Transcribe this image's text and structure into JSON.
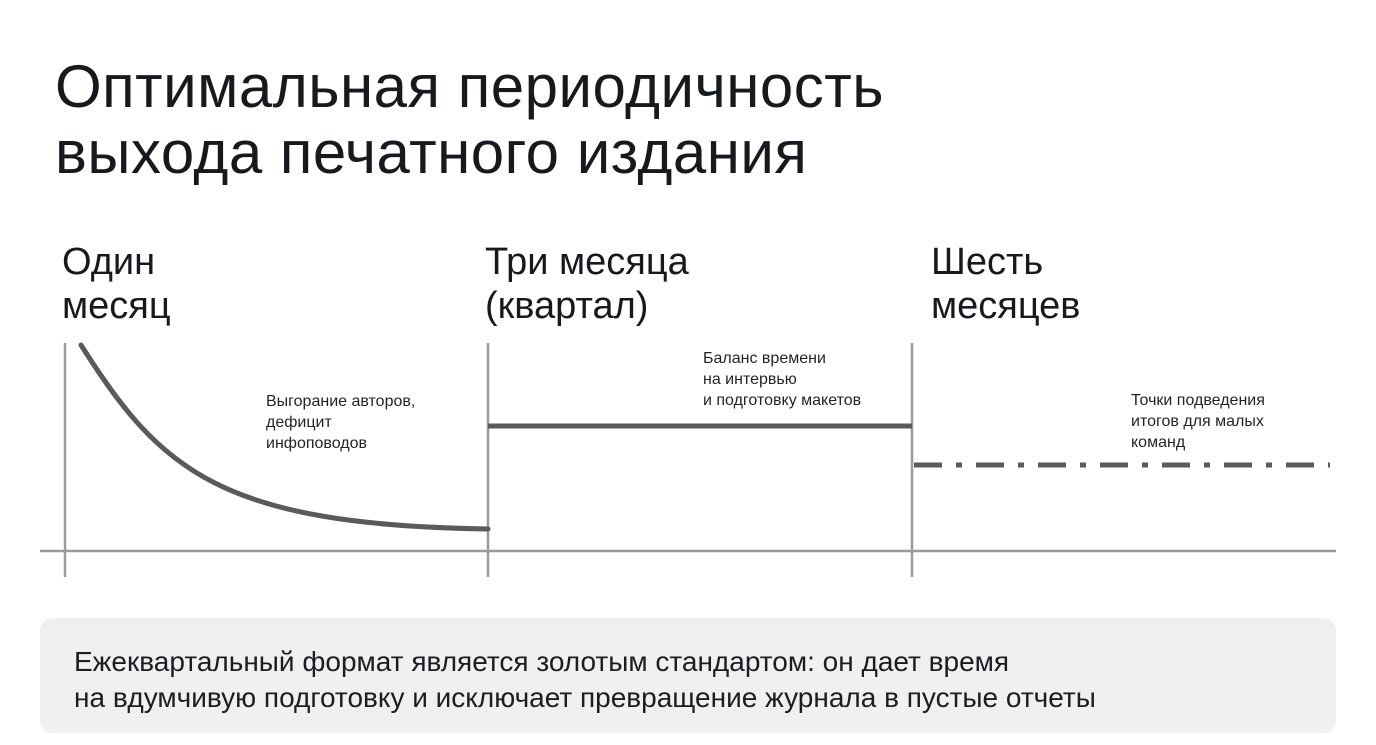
{
  "title": {
    "line1": "Оптимальная периодичность",
    "line2": "выхода печатного издания"
  },
  "columns": [
    {
      "heading": [
        "Один",
        "месяц"
      ],
      "note": [
        "Выгорание авторов,",
        "дефицит",
        "инфоповодов"
      ],
      "line_style": "curve"
    },
    {
      "heading": [
        "Три месяца",
        "(квартал)"
      ],
      "note": [
        "Баланс времени",
        "на интервью",
        "и подготовку макетов"
      ],
      "line_style": "solid"
    },
    {
      "heading": [
        "Шесть",
        "месяцев"
      ],
      "note": [
        "Точки подведения",
        "итогов для малых",
        "команд"
      ],
      "line_style": "dash-dot"
    }
  ],
  "summary": {
    "line1": "Ежеквартальный формат является золотым стандартом: он дает время",
    "line2": "на вдумчивую подготовку и исключает превращение журнала в пустые отчеты"
  },
  "colors": {
    "text": "#161a1f",
    "curve": "#5a5a5a",
    "axis": "#9a9a9a",
    "summary_bg": "#f0f0f0"
  }
}
